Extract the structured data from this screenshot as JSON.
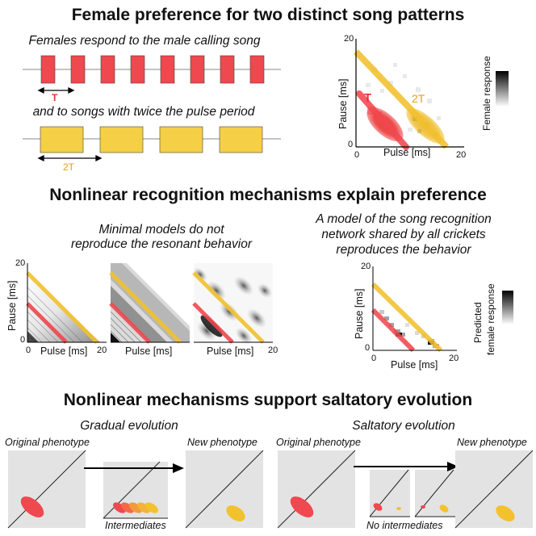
{
  "sections": {
    "s1_title": "Female preference for two distinct song patterns",
    "s2_title": "Nonlinear recognition mechanisms explain preference",
    "s3_title": "Nonlinear mechanisms support saltatory evolution"
  },
  "panel1": {
    "caption_top": "Females respond to the male calling song",
    "caption_bottom": "and to songs with twice the pulse period",
    "label_T": "T",
    "label_2T": "2T"
  },
  "plot1": {
    "y_max": "20",
    "x_max": "20",
    "origin": "0",
    "xlabel": "Pulse [ms]",
    "ylabel": "Pause [ms]",
    "label_T": "T",
    "label_2T": "2T",
    "colorbar_label": "Female response"
  },
  "panel2": {
    "caption_line1": "Minimal models do not",
    "caption_line2": "reproduce the resonant behavior",
    "y_max": "20",
    "origin": "0",
    "x_max": "20",
    "ylabel": "Pause [ms]",
    "xlabel": "Pulse [ms]"
  },
  "panel3": {
    "caption_line1": "A model of the song recognition",
    "caption_line2": "network shared by all crickets",
    "caption_line3": "reproduces the behavior",
    "y_max": "20",
    "origin": "0",
    "x_max": "20",
    "ylabel": "Pause [ms]",
    "xlabel": "Pulse [ms]",
    "colorbar_line1": "Predicted",
    "colorbar_line2": "female response"
  },
  "evolution": {
    "gradual_title": "Gradual evolution",
    "saltatory_title": "Saltatory evolution",
    "original_label": "Original phenotype",
    "new_label": "New phenotype",
    "intermediates_label": "Intermediates",
    "no_intermediates_label": "No intermediates"
  },
  "colors": {
    "red": "#f0484f",
    "yellow": "#f2c12e",
    "orange": "#f39a3c",
    "gray_panel": "#e3e3e3",
    "line_gray": "#999999"
  }
}
